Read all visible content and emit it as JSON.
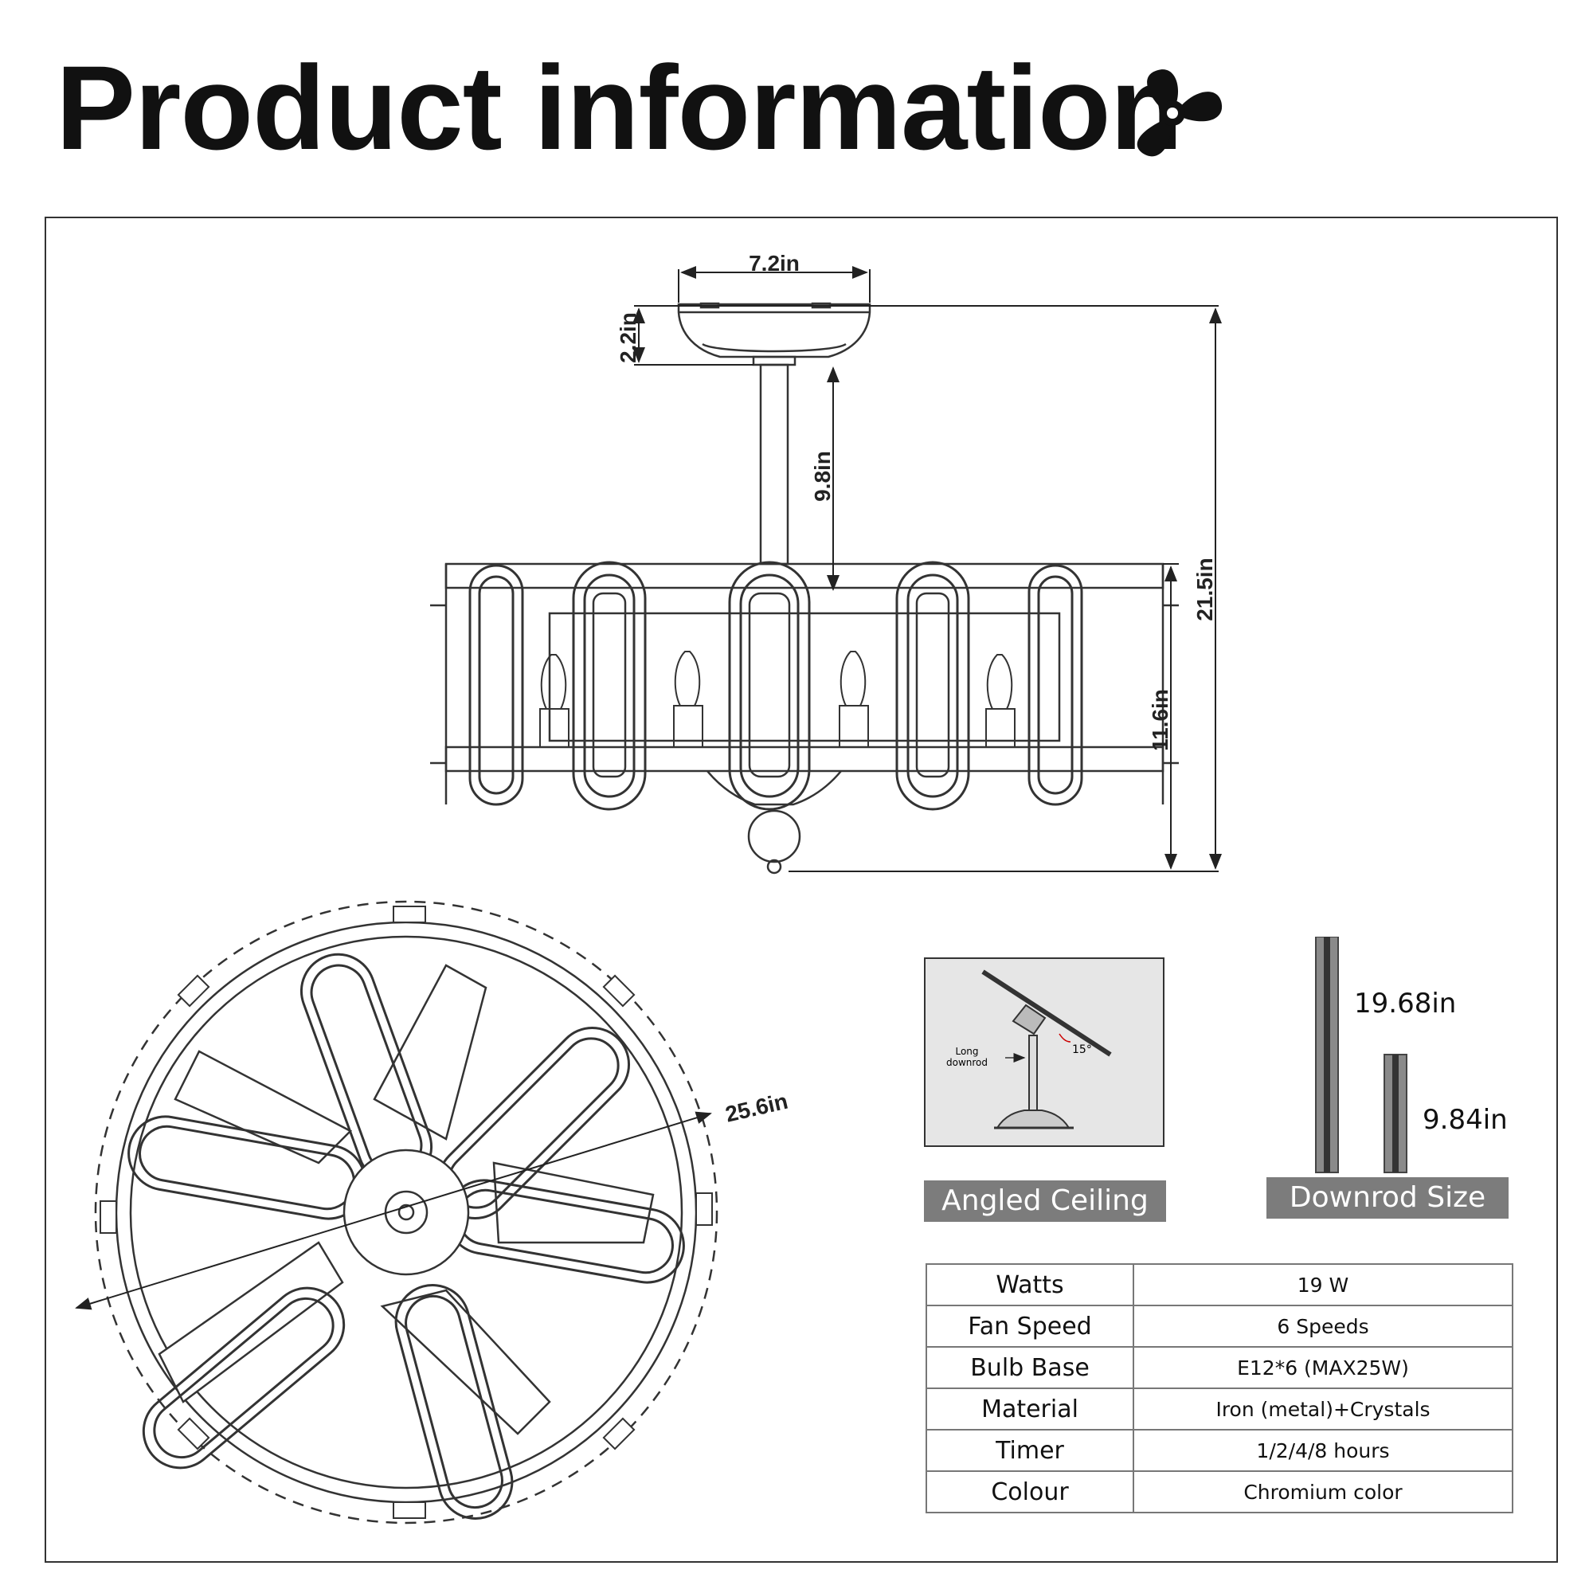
{
  "header": {
    "title": "Product information",
    "logo_icon": "fan-icon"
  },
  "side_view": {
    "canopy_width": "7.2in",
    "canopy_height": "2.2in",
    "downrod_length": "9.8in",
    "fixture_height": "11.6in",
    "overall_height": "21.5in"
  },
  "top_view": {
    "diameter": "25.6in"
  },
  "angled_ceiling": {
    "callout_line1": "Long",
    "callout_line2": "downrod",
    "angle": "15°",
    "label": "Angled Ceiling"
  },
  "downrod": {
    "long_rod": "19.68in",
    "short_rod": "9.84in",
    "label": "Downrod Size"
  },
  "specs": [
    {
      "key": "Watts",
      "value": "19 W"
    },
    {
      "key": "Fan Speed",
      "value": "6 Speeds"
    },
    {
      "key": "Bulb Base",
      "value": "E12*6  (MAX25W)"
    },
    {
      "key": "Material",
      "value": "Iron (metal)+Crystals"
    },
    {
      "key": "Timer",
      "value": "1/2/4/8 hours"
    },
    {
      "key": "Colour",
      "value": "Chromium color"
    }
  ]
}
